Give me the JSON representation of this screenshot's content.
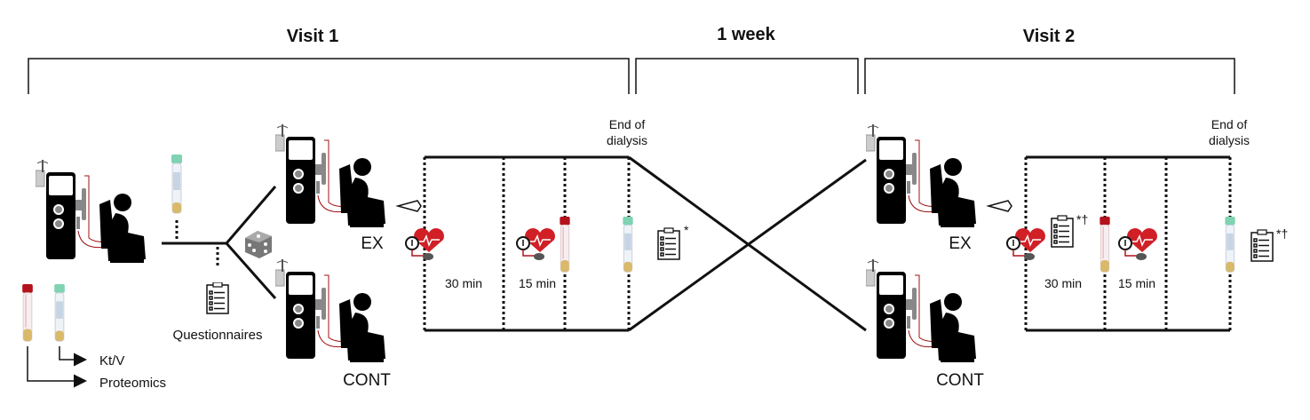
{
  "header": {
    "visit1": "Visit 1",
    "interval": "1 week",
    "visit2": "Visit 2"
  },
  "visit1": {
    "baseline_samples": {
      "kt_v": "Kt/V",
      "proteomics": "Proteomics"
    },
    "questionnaires": "Questionnaires",
    "arm_ex": "EX",
    "arm_cont": "CONT",
    "end_of_dialysis_line1": "End of",
    "end_of_dialysis_line2": "dialysis",
    "interval_30": "30 min",
    "interval_15": "15 min",
    "questionnaire_mark": "*"
  },
  "visit2": {
    "arm_ex": "EX",
    "arm_cont": "CONT",
    "end_of_dialysis_line1": "End of",
    "end_of_dialysis_line2": "dialysis",
    "interval_30": "30 min",
    "interval_15": "15 min",
    "questionnaire_mark_1": "*†",
    "questionnaire_mark_2": "*†"
  },
  "colors": {
    "heart": "#d11f26",
    "tube_green": "#7fd3b2",
    "tube_red": "#b3121c",
    "serum": "#d9b96a",
    "grey": "#8a8a8a"
  }
}
